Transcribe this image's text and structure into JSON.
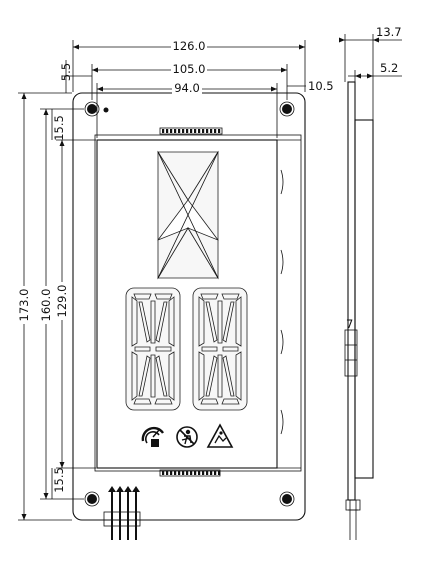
{
  "drawing": {
    "front_view": {
      "dimensions": {
        "overall_width": "126.0",
        "hole_pitch_width": "105.0",
        "viewing_width": "94.0",
        "overall_height": "173.0",
        "hole_pitch_height": "160.0",
        "viewing_height": "129.0",
        "top_hole_offset": "5.5",
        "right_hole_offset": "10.5",
        "top_margin": "15.5",
        "bottom_margin": "15.5"
      },
      "icons": [
        "elevator-gauge-icon",
        "no-entry-person-icon",
        "warning-triangle-icon"
      ]
    },
    "side_view": {
      "dimensions": {
        "total_thickness": "13.7",
        "panel_thickness": "5.2",
        "connector_height": "7"
      }
    }
  }
}
